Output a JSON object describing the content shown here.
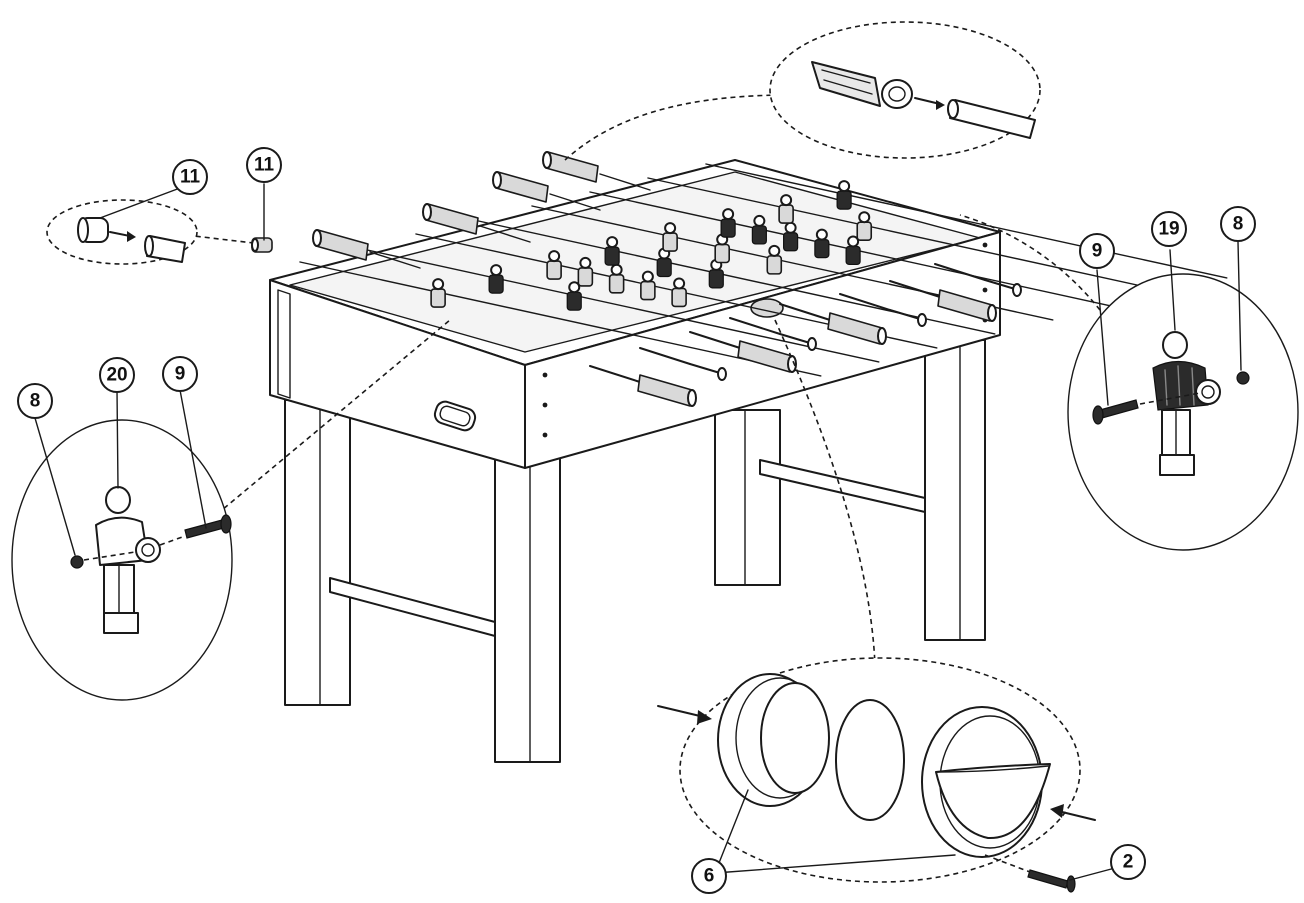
{
  "diagram": {
    "callouts": [
      {
        "id": "c-11a",
        "label": "11"
      },
      {
        "id": "c-11b",
        "label": "11"
      },
      {
        "id": "c-8l",
        "label": "8"
      },
      {
        "id": "c-20",
        "label": "20"
      },
      {
        "id": "c-9l",
        "label": "9"
      },
      {
        "id": "c-9r",
        "label": "9"
      },
      {
        "id": "c-19",
        "label": "19"
      },
      {
        "id": "c-8r",
        "label": "8"
      },
      {
        "id": "c-6",
        "label": "6"
      },
      {
        "id": "c-2",
        "label": "2"
      }
    ],
    "colors": {
      "line": "#1a1a1a",
      "fill_light": "#d9d9d9",
      "fill_dark": "#2b2b2b",
      "background": "#ffffff"
    }
  }
}
